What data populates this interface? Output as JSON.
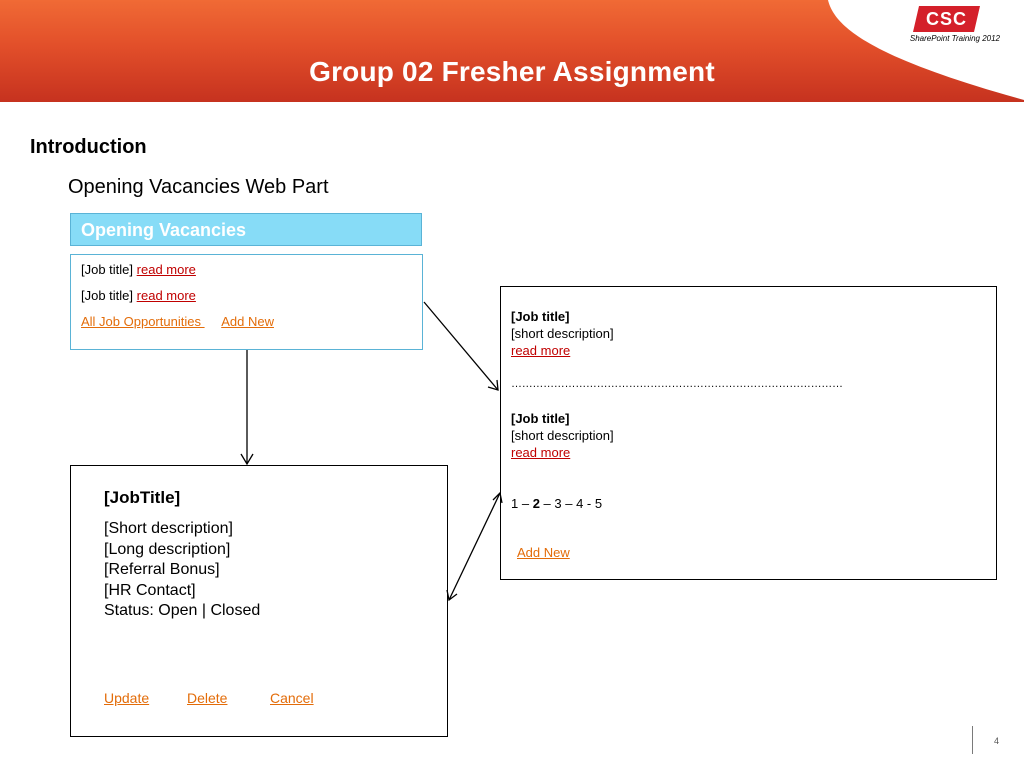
{
  "header": {
    "title": "Group 02 Fresher Assignment",
    "logo_text": "CSC",
    "training_label": "SharePoint Training 2012",
    "colors": {
      "gradient_top": "#f06a35",
      "gradient_bottom": "#c6321f",
      "logo_red": "#d4202a"
    }
  },
  "intro": {
    "heading": "Introduction",
    "subheading": "Opening Vacancies Web Part"
  },
  "webpart": {
    "title": "Opening Vacancies",
    "rows": [
      {
        "job": "[Job title]",
        "link": "read more"
      },
      {
        "job": "[Job title]",
        "link": "read more"
      }
    ],
    "all_jobs_link": "All Job Opportunities ",
    "add_new_link": "Add New"
  },
  "list_view": {
    "items": [
      {
        "title": "[Job title]",
        "description": "[short description]",
        "link": "read more"
      },
      {
        "title": "[Job title]",
        "description": "[short description]",
        "link": "read more"
      }
    ],
    "separator": "…………………………………………………………………………………",
    "pager": {
      "p1": "1",
      "sep1": " – ",
      "current": "2",
      "sep2": " – 3 – 4 - 5"
    },
    "add_new_link": "Add New"
  },
  "detail_view": {
    "title": "[JobTitle]",
    "fields": [
      "[Short description]",
      "[Long description]",
      "[Referral Bonus]",
      "[HR Contact]",
      "Status: Open | Closed"
    ],
    "actions": {
      "update": "Update",
      "delete": "Delete",
      "cancel": "Cancel"
    }
  },
  "footer": {
    "page_number": "4"
  }
}
